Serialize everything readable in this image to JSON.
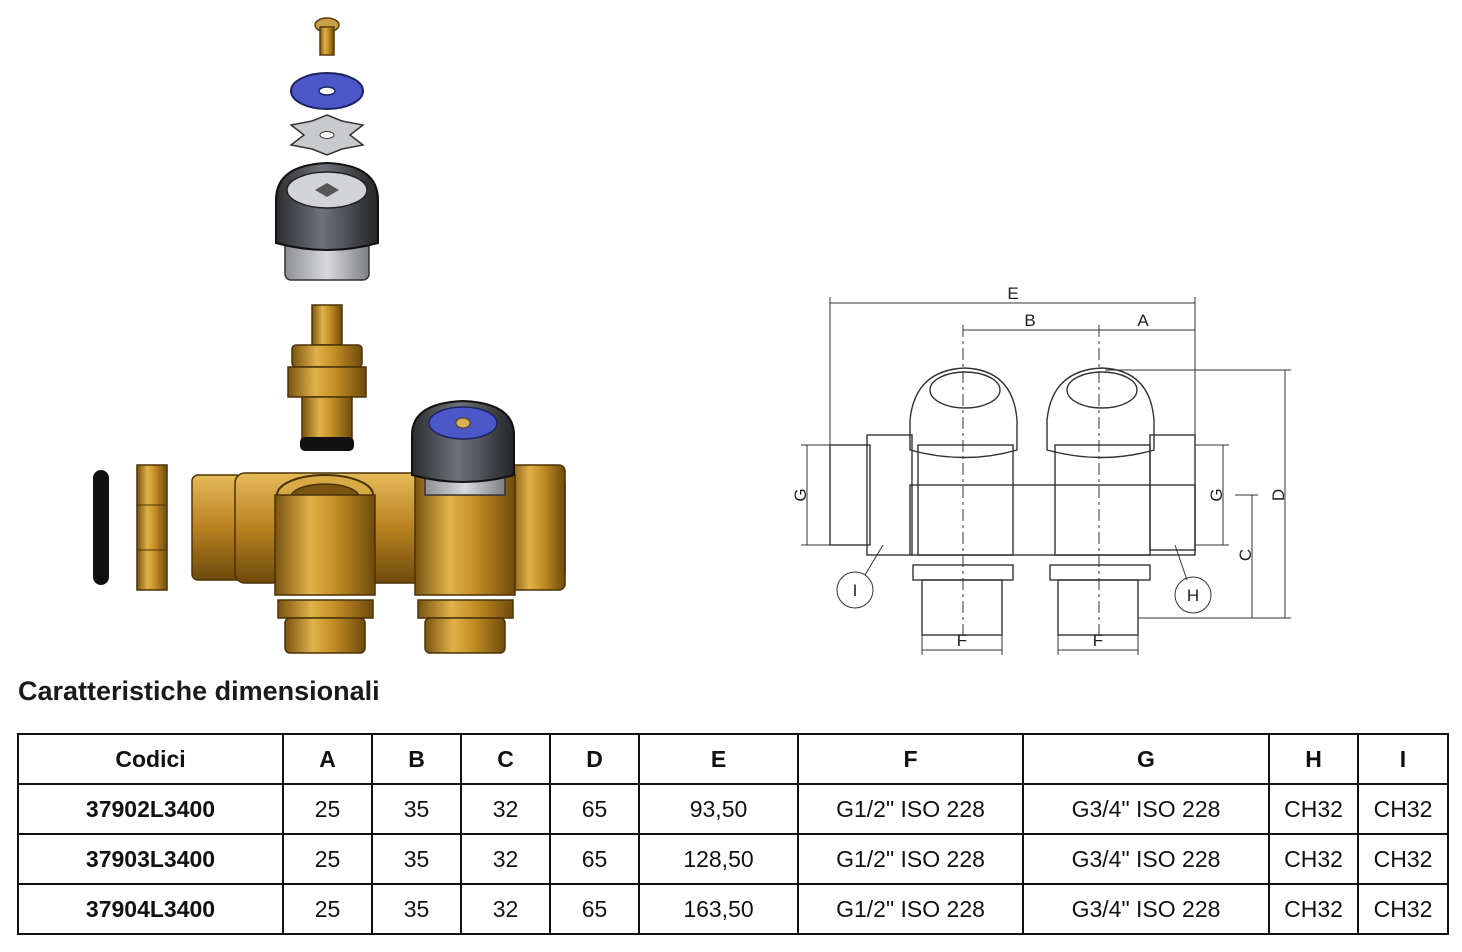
{
  "section_title": "Caratteristiche dimensionali",
  "table": {
    "headers": [
      "Codici",
      "A",
      "B",
      "C",
      "D",
      "E",
      "F",
      "G",
      "H",
      "I"
    ],
    "rows": [
      [
        "37902L3400",
        "25",
        "35",
        "32",
        "65",
        "93,50",
        "G1/2\" ISO 228",
        "G3/4\" ISO 228",
        "CH32",
        "CH32"
      ],
      [
        "37903L3400",
        "25",
        "35",
        "32",
        "65",
        "128,50",
        "G1/2\" ISO 228",
        "G3/4\" ISO 228",
        "CH32",
        "CH32"
      ],
      [
        "37904L3400",
        "25",
        "35",
        "32",
        "65",
        "163,50",
        "G1/2\" ISO 228",
        "G3/4\" ISO 228",
        "CH32",
        "CH32"
      ]
    ]
  },
  "drawing_labels": {
    "E": "E",
    "B": "B",
    "A": "A",
    "G_left": "G",
    "G_right": "G",
    "D": "D",
    "C": "C",
    "F_left": "F",
    "F_right": "F",
    "I": "I",
    "H": "H"
  },
  "colors": {
    "brass": "#c9962f",
    "brass_dark": "#8a6418",
    "knob": "#4a4d52",
    "cap_blue": "#4b56c9"
  }
}
